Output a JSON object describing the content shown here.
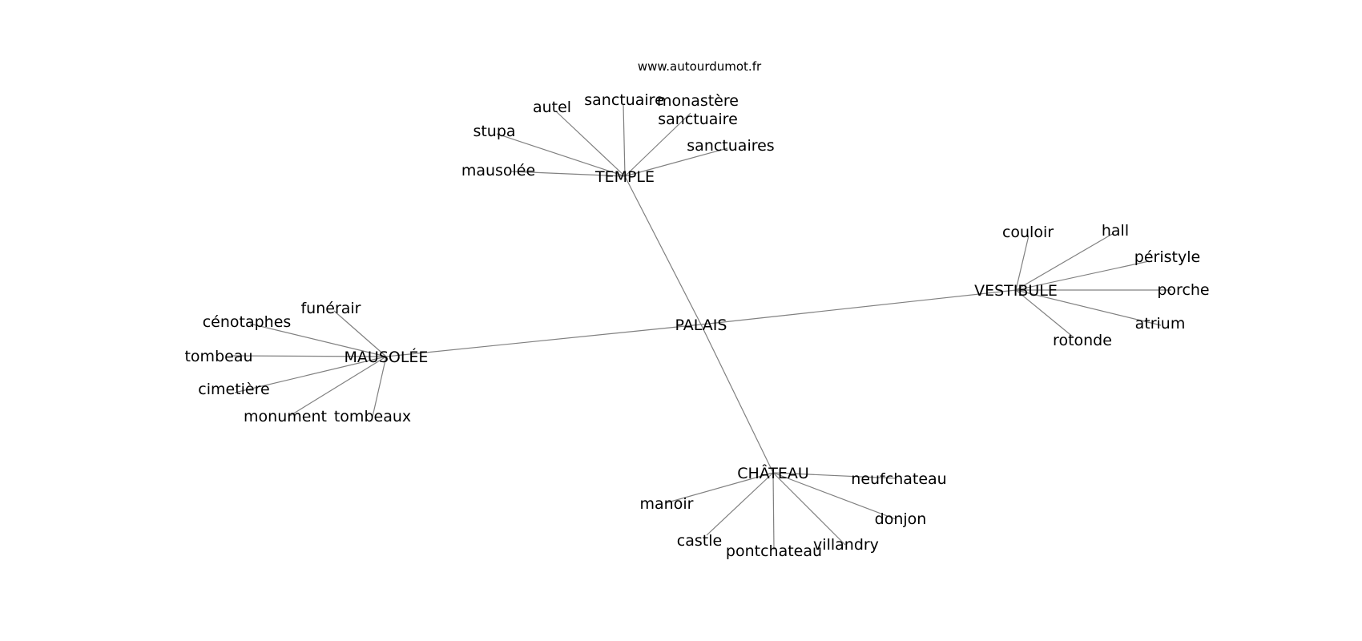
{
  "watermark": "www.autourdumot.fr",
  "colors": {
    "edge": "#808080",
    "text": "#000000",
    "background": "#ffffff"
  },
  "center": "PALAIS",
  "hubs": [
    {
      "label": "TEMPLE",
      "leaves": [
        "mausolée",
        "stupa",
        "autel",
        "sanctuaire",
        "monastère sanctuaire",
        "sanctuaires"
      ]
    },
    {
      "label": "VESTIBULE",
      "leaves": [
        "couloir",
        "hall",
        "péristyle",
        "porche",
        "atrium",
        "rotonde"
      ]
    },
    {
      "label": "MAUSOLÉE",
      "leaves": [
        "funérair",
        "cénotaphes",
        "tombeau",
        "cimetière",
        "monument",
        "tombeaux"
      ]
    },
    {
      "label": "CHÂTEAU",
      "leaves": [
        "neufchateau",
        "donjon",
        "villandry",
        "pontchateau",
        "castle",
        "manoir"
      ]
    }
  ]
}
